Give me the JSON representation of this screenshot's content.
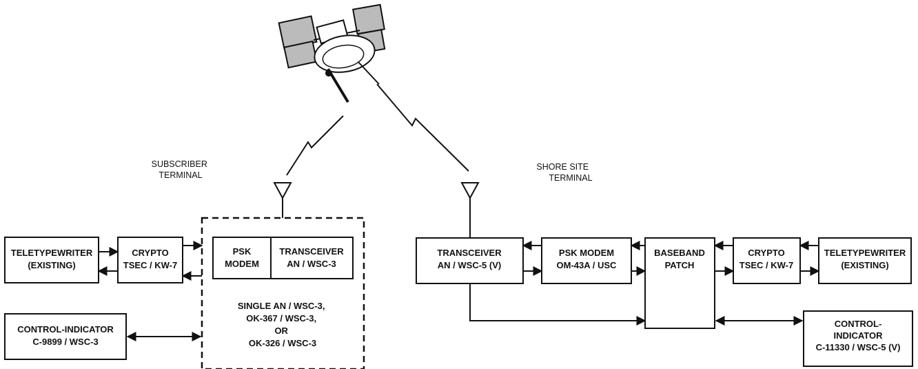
{
  "subscriber_heading": [
    "SUBSCRIBER",
    "TERMINAL"
  ],
  "shore_heading": [
    "SHORE SITE",
    "TERMINAL"
  ],
  "subscriber": {
    "teletypewriter": [
      "TELETYPEWRITER",
      "(EXISTING)"
    ],
    "crypto": [
      "CRYPTO",
      "TSEC / KW-7"
    ],
    "control_indicator": [
      "CONTROL-INDICATOR",
      "C-9899 / WSC-3"
    ],
    "psk_modem": [
      "PSK",
      "MODEM"
    ],
    "transceiver": [
      "TRANSCEIVER",
      "AN / WSC-3"
    ],
    "options": [
      "SINGLE AN / WSC-3,",
      "OK-367 / WSC-3,",
      "OR",
      "OK-326 / WSC-3"
    ]
  },
  "shore": {
    "transceiver": [
      "TRANSCEIVER",
      "AN / WSC-5 (V)"
    ],
    "psk_modem": [
      "PSK MODEM",
      "OM-43A / USC"
    ],
    "baseband_patch": [
      "BASEBAND",
      "PATCH"
    ],
    "crypto": [
      "CRYPTO",
      "TSEC / KW-7"
    ],
    "teletypewriter": [
      "TELETYPEWRITER",
      "(EXISTING)"
    ],
    "control_indicator": [
      "CONTROL-",
      "INDICATOR",
      "C-11330 / WSC-5 (V)"
    ]
  }
}
